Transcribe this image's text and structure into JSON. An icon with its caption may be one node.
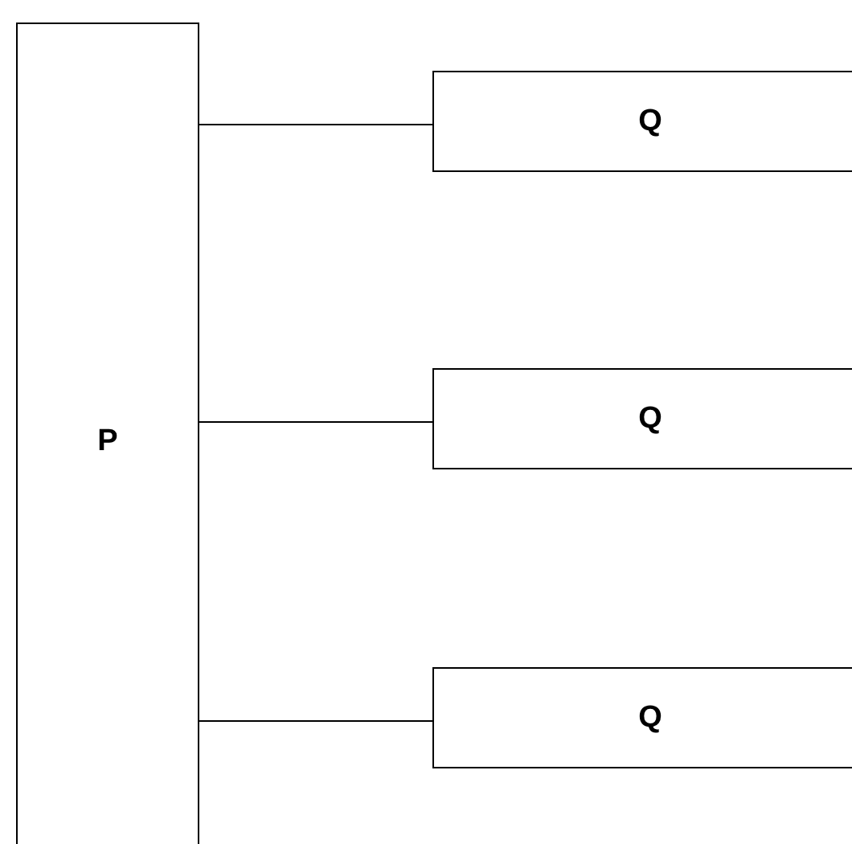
{
  "diagram": {
    "nodes": [
      {
        "text": [
          "P"
        ]
      },
      {
        "text": [
          "Q"
        ]
      },
      {
        "text": [
          "Q"
        ]
      },
      {
        "text": [
          "Q"
        ]
      }
    ],
    "edges": [
      {
        "from": 0,
        "to": 1,
        "arrow": "none"
      },
      {
        "from": 0,
        "to": 2,
        "arrow": "none"
      },
      {
        "from": 0,
        "to": 3,
        "arrow": "none"
      }
    ]
  }
}
